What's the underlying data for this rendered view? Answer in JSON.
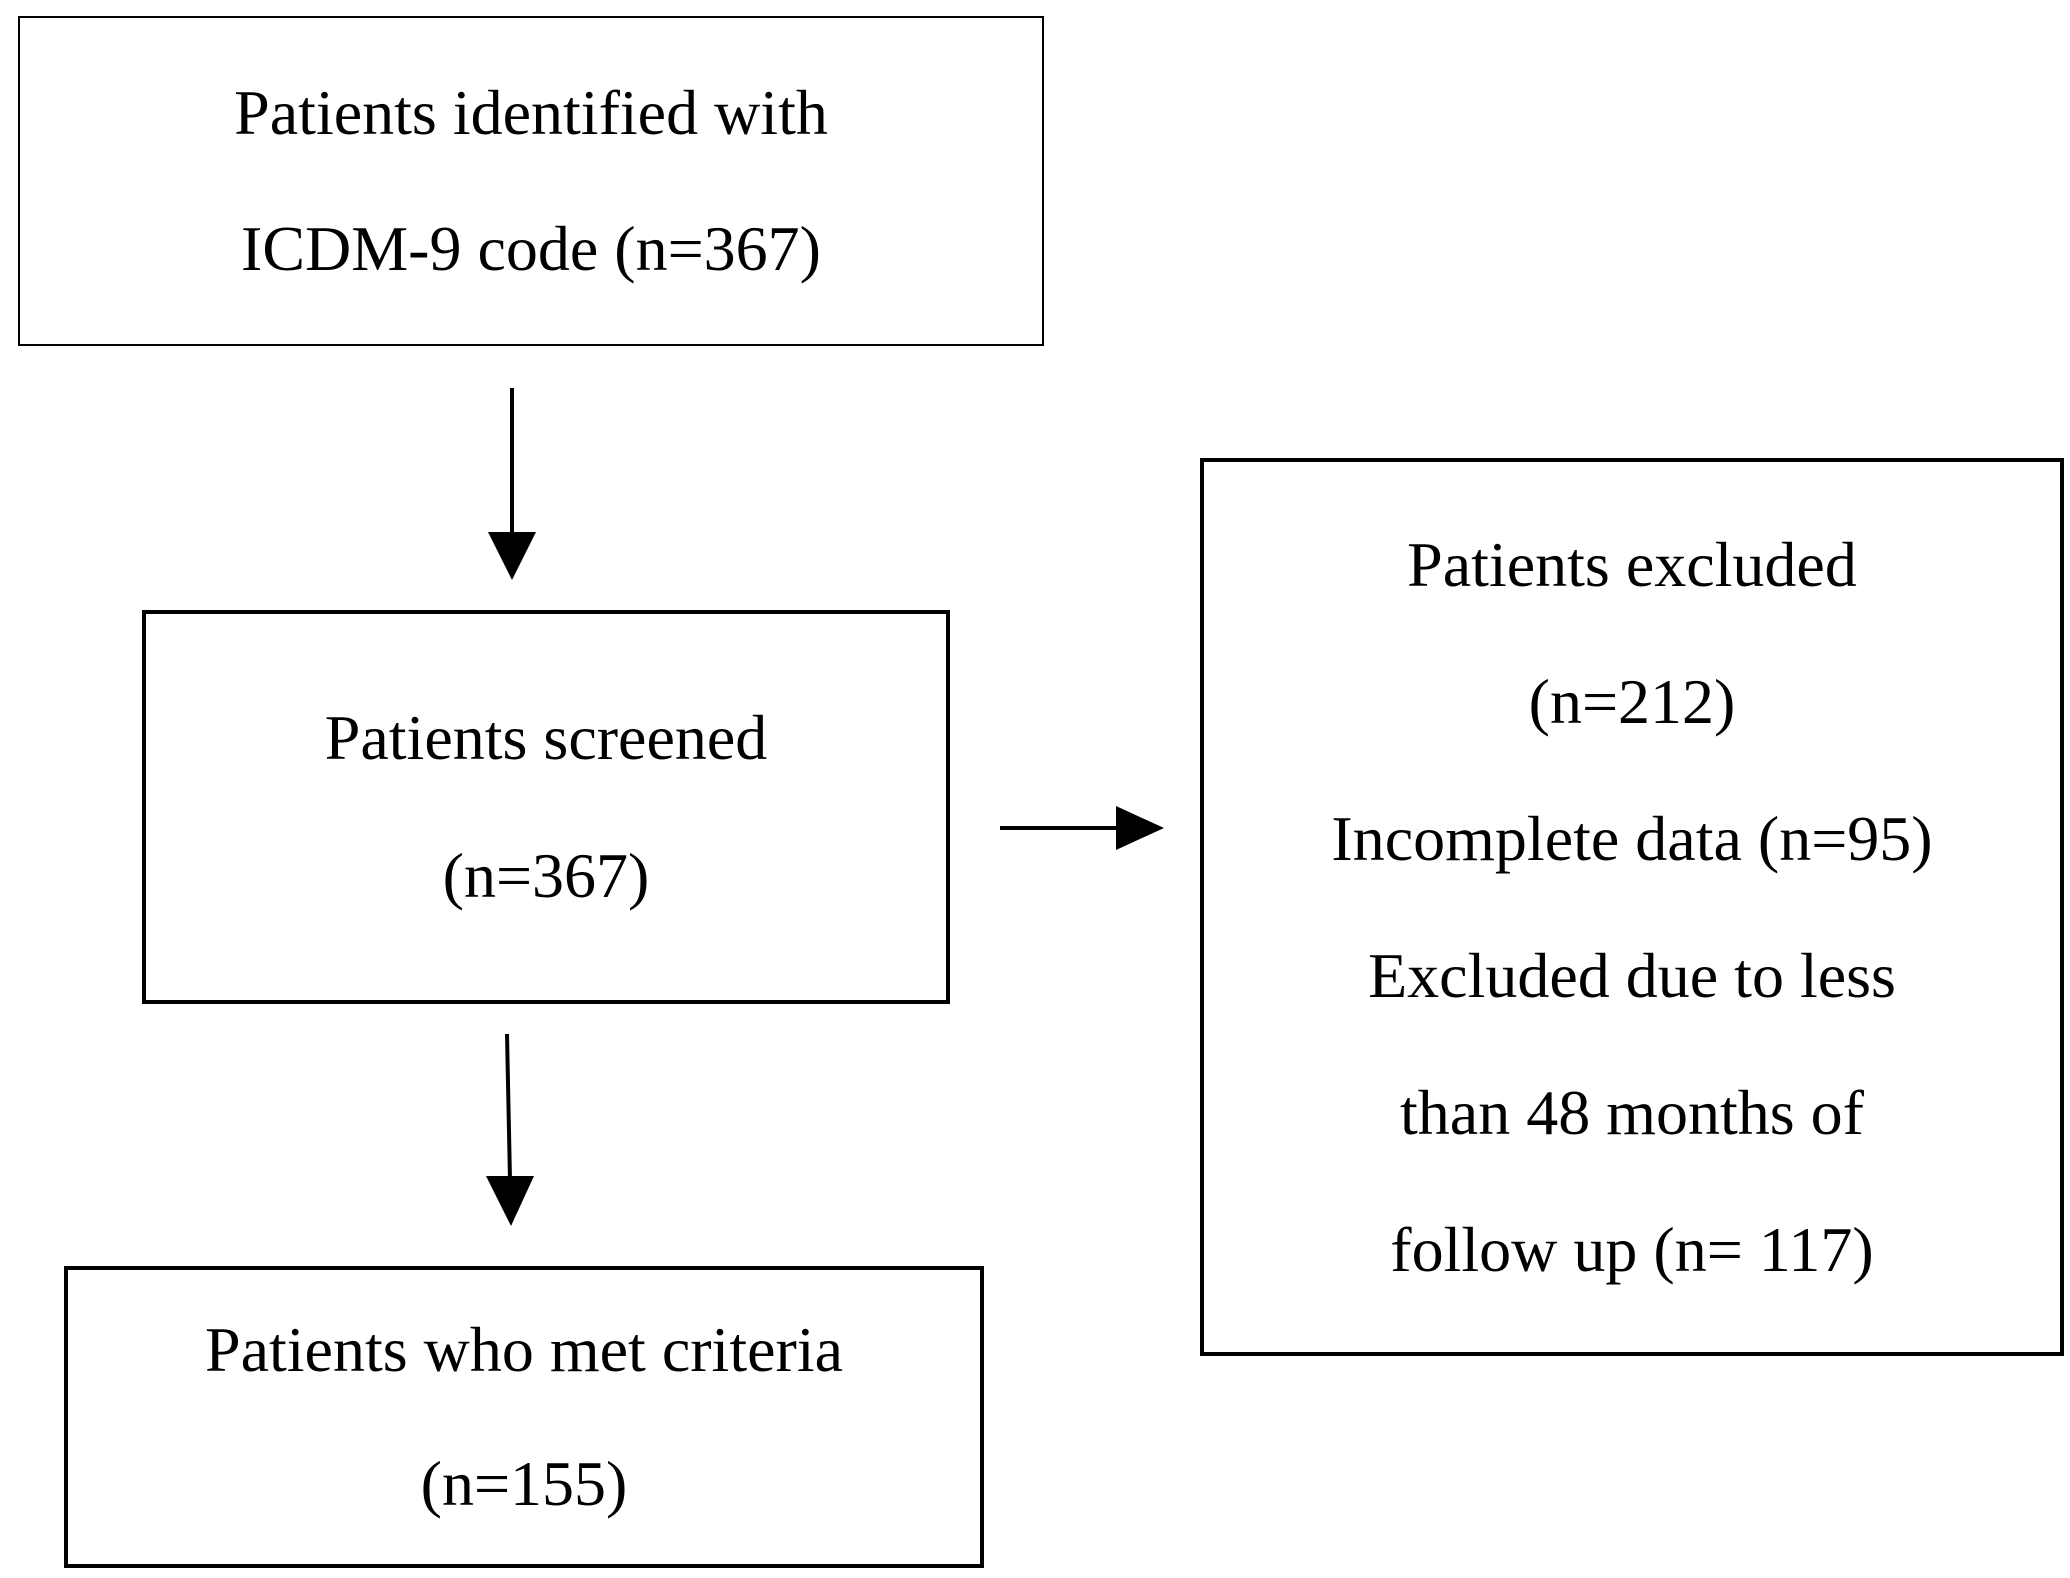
{
  "flowchart": {
    "identified": {
      "lines": [
        "Patients identified with",
        "ICDM-9 code (n=367)"
      ]
    },
    "screened": {
      "lines": [
        "Patients screened",
        "(n=367)"
      ]
    },
    "met_criteria": {
      "lines": [
        "Patients who met criteria",
        "(n=155)"
      ]
    },
    "excluded": {
      "lines": [
        "Patients excluded",
        "(n=212)",
        "Incomplete data (n=95)",
        "Excluded due to less",
        "than 48 months of",
        "follow up (n= 117)"
      ]
    }
  },
  "colors": {
    "stroke": "#000000",
    "background": "#ffffff"
  }
}
